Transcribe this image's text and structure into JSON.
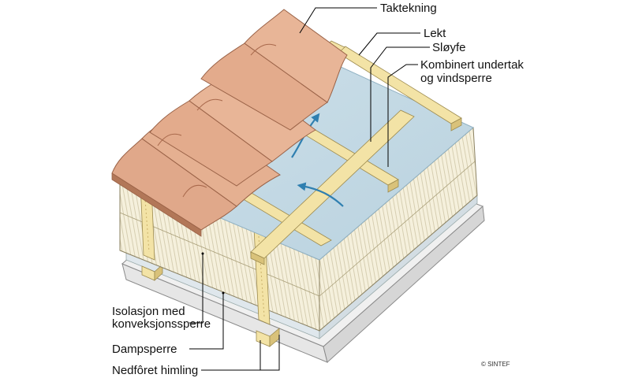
{
  "labels": {
    "taktekning": "Taktekning",
    "lekt": "Lekt",
    "sloyfe": "Sløyfe",
    "undertak_line1": "Kombinert undertak",
    "undertak_line2": "og vindsperre",
    "isolasjon_line1": "Isolasjon med",
    "isolasjon_line2": "konveksjonssperre",
    "dampsperre": "Dampsperre",
    "himling": "Nedfôret himling"
  },
  "copyright": "© SINTEF",
  "colors": {
    "membrane": "#c9dde8",
    "membrane_edge": "#8fb0c2",
    "timber": "#f3e3a6",
    "timber_dark": "#d9c27a",
    "insulation": "#f5f0dc",
    "insulation_hatch": "#c9c0a0",
    "tile": "#e0a88a",
    "tile_dark": "#b27758",
    "ceiling": "#e6e6e6",
    "arrow": "#2f7fb0"
  }
}
